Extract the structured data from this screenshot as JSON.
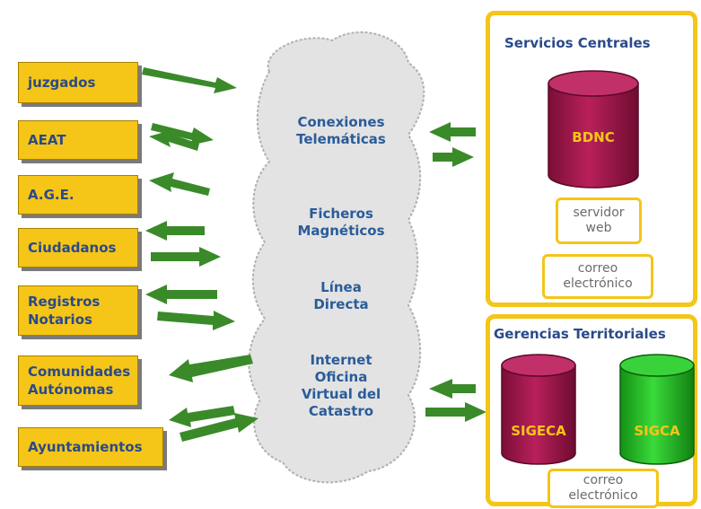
{
  "entities": [
    {
      "label": "juzgados"
    },
    {
      "label": "AEAT"
    },
    {
      "label": "A.G.E."
    },
    {
      "label": "Ciudadanos"
    },
    {
      "label": "Registros\nNotarios"
    },
    {
      "label": "Comunidades\nAutónomas"
    },
    {
      "label": "Ayuntamientos"
    }
  ],
  "cloud": {
    "items": [
      "Conexiones\nTelemáticas",
      "Ficheros\nMagnéticos",
      "Línea\nDirecta",
      "Internet\nOficina\nVirtual del\nCatastro"
    ]
  },
  "servicios": {
    "title": "Servicios Centrales",
    "db_label": "BDNC",
    "web_label": "servidor\nweb",
    "mail_label": "correo\nelectrónico"
  },
  "gerencias": {
    "title": "Gerencias Territoriales",
    "db1_label": "SIGECA",
    "db2_label": "SIGCA",
    "mail_label": "correo\nelectrónico"
  },
  "colors": {
    "entity_fill": "#f5c518",
    "text_blue": "#2a4a8a",
    "arrow_green": "#3a8a2a",
    "db_red": "#a0164a",
    "db_green": "#22c222",
    "cloud_fill": "#e3e3e3"
  }
}
